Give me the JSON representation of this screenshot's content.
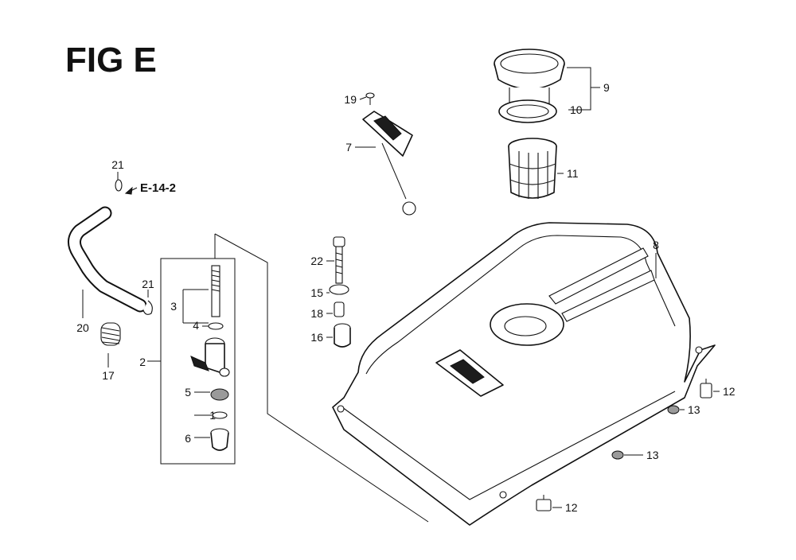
{
  "figure": {
    "title": "FIG E"
  },
  "reference": {
    "text": "E-14-2"
  },
  "callouts": [
    "1",
    "2",
    "3",
    "4",
    "5",
    "6",
    "7",
    "8",
    "9",
    "10",
    "11",
    "12",
    "12",
    "13",
    "13",
    "15",
    "16",
    "17",
    "18",
    "19",
    "20",
    "21",
    "21",
    "22"
  ]
}
